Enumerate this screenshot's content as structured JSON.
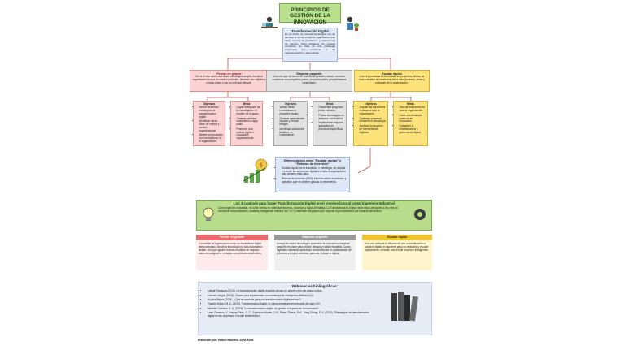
{
  "title": "PRINCIPIOS DE GESTIÓN DE LA INNOVACIÓN",
  "transformacion": {
    "heading": "Transformación Digital",
    "text": "Es un hecho de innovar tecnología, uno de cambiar la forma en que la organización trae valor, mejorar su producción y operaciones de servicio. Para fortalecer de manera constante, se trata de una estrategia progresiva que mantiene lo de experimentación y aprendizaje."
  },
  "branches": [
    {
      "heading": "Pensar en grande",
      "text": "Se ve el reto como una visión estratégica amplia, donde la organización busca un cambio profundo, alineado con objetivos a largo plazo y con un enfoque integral.",
      "objetivos_label": "Objetivos",
      "objetivos": [
        "Definir una visión estratégica de transformación digital.",
        "Identificar áreas clave de mejora y cambio organizacional.",
        "Alinear la innovación con los objetivos de la organización."
      ],
      "metas_label": "Metas",
      "metas": [
        "Lograr el impacto de la estrategia en el modelo de negocio.",
        "Generar cambios sostenibles a largo plazo.",
        "Promover una cultura digital e innovación organizacional."
      ]
    },
    {
      "heading": "Empezar pequeño",
      "text": "Una vez que se tienen en cuenta las grandes metas, conviene comenzar con pequeños pasos, proyectos piloto y experimentos controlados.",
      "objetivos_label": "Objetivos",
      "objetivos": [
        "Validar ideas innovadoras a pequeña escala.",
        "Generar aprendizajes rápidos y reducir riesgos.",
        "Identificar soluciones factibles de implementar."
      ],
      "metas_label": "Metas",
      "metas": [
        "Desarrollar proyectos piloto exitosos.",
        "Probar tecnologías en entornos controlados.",
        "Implementar mejoras graduales en procesos específicos."
      ]
    },
    {
      "heading": "Escalar rápido",
      "text": "Una vez probadas la efectividad en pequeños pilotos, se busca ampliar la transformación a más procesos, áreas y unidades de la organización.",
      "objetivos_label": "Objetivos",
      "objetivos": [
        "Ampliar las soluciones exitosas a toda la organización.",
        "Optimizar procesos mediante la tecnología.",
        "Acelerar la adopción de herramientas digitales."
      ],
      "metas_label": "Metas",
      "metas": [
        "Difundir soluciones en toda la organización.",
        "Crear una dinámica continua de innovación.",
        "Fortalecer la infraestructura y gobernanza digital."
      ]
    }
  ],
  "dicotomia": {
    "heading": "Diferenciación entre \"Escalar rápido\" y \"Retorno de inversión\"",
    "items": [
      "Escalar rápido: es la transición, o estrategia, de ampliar el uso de las soluciones digitales a toda la organización para generar más valor.",
      "Retorno de inversión (ROI): es el resultado económico y operativo que se obtiene gracias al crecimiento."
    ]
  },
  "caminos": {
    "heading": "Los 3 caminos para hacer Transformación Digital en el entorno laboral como Ingeniero Industrial",
    "text": "Como ingeniero industrial, mi rol se centra en optimizar recursos, procesos y flujos de trabajo. La Transformación Digital: tiene estos principios a otro nivel al incorporar automatización, analítica, inteligencia artificial, IIoT, IoT y sistemas integrados que mejoran la productividad y la toma de decisiones.",
    "cards": [
      {
        "heading": "Pensar en grande",
        "text": "Consolidar la organización como un ecosistema digital interconectado, donde la tecnología no solo automatiza tareas, sino que genere nuevos modelos de negocio, datos estratégicos y ventajas competitivas sostenibles."
      },
      {
        "heading": "Empezar pequeño",
        "text": "Aunque el sector tecnológico promueve la innovación, empezar pequeño es clave para reducir riesgos y validar hipótesis. Como ingeniero industrial, aplicar los conocimientos en optimización de procesos y mejora continua, para así enfocar lo digital."
      },
      {
        "heading": "Escalar rápido",
        "text": "Una vez validada la eficacia de una automatización o solución digital, el siguiente paso es replicarla y escalar rápidamente, creando una red de procesos inteligentes."
      }
    ]
  },
  "referencias": {
    "heading": "Referencias bibliográficas:",
    "items": [
      "Leticia Paniagua (2018). La transformación digital requiere pensar en grande pero dar pasos cortos.",
      "Carmen Vargas (2023). Claves para implementar una estrategia de inteligencia Artificial (IA).",
      "Aryuda Nájera (2024). ¿Qué se necesita para una transformación digital exitosa?",
      "Trabajo Núñez, M. A. (2020). Transformación digital: la nueva estrategia empresarial del siglo XXI.",
      "Medellín Cabrera, E. A. (2023). \"La transformación digital: su gestión e impacto en la innovación\"",
      "Lean Cisneros, V., Vargas Pinto, S. C., Espinosa Infante, J. R., Pérez Tiberio, P. A., Yong Chung, F. X. (2024). \"Estrategias de transformación digital en las empresas: Estudio bibliométrico\"."
    ]
  },
  "author": "Elaborado por: Edson Mauricio Zona Ávila"
}
